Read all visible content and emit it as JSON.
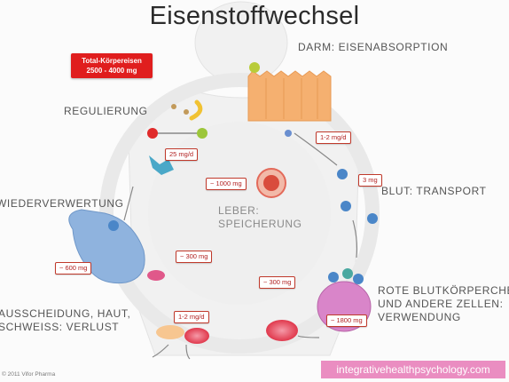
{
  "title": "Eisenstoffwechsel",
  "total": {
    "line1": "Total-Körpereisen",
    "line2": "2500 - 4000 mg"
  },
  "labels": {
    "darm": "DARM: EISENABSORPTION",
    "regulierung": "REGULIERUNG",
    "blut": "BLUT: TRANSPORT",
    "leber_line1": "LEBER:",
    "leber_line2": "SPEICHERUNG",
    "wiederverwertung": "WIEDERVERWERTUNG",
    "rote_line1": "ROTE BLUTKÖRPERCHEN",
    "rote_line2": "UND ANDERE ZELLEN:",
    "rote_line3": "VERWENDUNG",
    "ausscheidung_line1": "AUSSCHEIDUNG, HAUT,",
    "ausscheidung_line2": "SCHWEISS: VERLUST"
  },
  "tags": {
    "darm": "1-2 mg/d",
    "regulierung": "25 mg/d",
    "blut": "3 mg",
    "leber": "~ 1000 mg",
    "leber2": "~ 300 mg",
    "rote": "~ 300 mg",
    "rote_bottom": "~ 1800 mg",
    "wiederverwertung": "~ 600 mg",
    "ausscheidung": "1-2 mg/d"
  },
  "footer": "© 2011 Vifor Pharma",
  "watermark": "integrativehealthpsychology.com",
  "colors": {
    "accent_red": "#e01e1e",
    "label_gray": "#555555",
    "blue_organ": "#8fb3de",
    "orange_intestine": "#f5b070",
    "pink_cell": "#d985c9"
  }
}
